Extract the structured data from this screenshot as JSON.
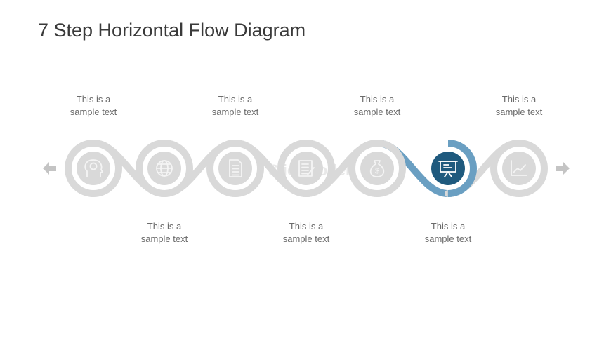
{
  "title": "7 Step Horizontal Flow Diagram",
  "watermark": "SlideModel",
  "colors": {
    "inactive": "#d9d9d9",
    "icon_light": "#f4f4f4",
    "active_fill": "#1f5a7e",
    "active_ring": "#6a9fc2",
    "arrow": "#c4c4c4",
    "text": "#6b6b6b",
    "title": "#3a3a3a"
  },
  "steps": [
    {
      "icon": "head-brain-icon",
      "caption": [
        "This is a",
        "sample text"
      ],
      "caption_position": "top",
      "active": false
    },
    {
      "icon": "globe-icon",
      "caption": [
        "This is a",
        "sample text"
      ],
      "caption_position": "bottom",
      "active": false
    },
    {
      "icon": "document-icon",
      "caption": [
        "This is a",
        "sample text"
      ],
      "caption_position": "top",
      "active": false
    },
    {
      "icon": "notepad-edit-icon",
      "caption": [
        "This is a",
        "sample text"
      ],
      "caption_position": "bottom",
      "active": false
    },
    {
      "icon": "money-bag-icon",
      "caption": [
        "This is a",
        "sample text"
      ],
      "caption_position": "top",
      "active": false
    },
    {
      "icon": "presentation-board-icon",
      "caption": [
        "This is a",
        "sample text"
      ],
      "caption_position": "bottom",
      "active": true
    },
    {
      "icon": "line-chart-icon",
      "caption": [
        "This is a",
        "sample text"
      ],
      "caption_position": "top",
      "active": false
    }
  ],
  "nav": {
    "prev_icon": "arrow-left-icon",
    "next_icon": "arrow-right-icon"
  }
}
